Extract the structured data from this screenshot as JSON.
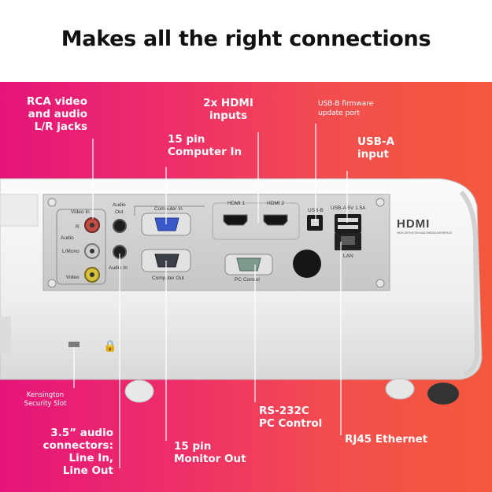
{
  "headline": "Makes all the right connections",
  "callouts": {
    "rca": [
      "RCA video",
      "and audio",
      "L/R jacks"
    ],
    "hdmi": [
      "2x HDMI",
      "inputs"
    ],
    "usb_b": [
      "USB-B firmware",
      "update port"
    ],
    "computer_in": [
      "15 pin",
      "Computer In"
    ],
    "usb_a": [
      "USB-A",
      "input"
    ],
    "kensington": [
      "Kensington",
      "Security Slot"
    ],
    "audio": [
      "3.5” audio",
      "connectors:",
      "Line In,",
      "Line Out"
    ],
    "rs232": [
      "RS-232C",
      "PC Control"
    ],
    "monitor_out": [
      "15 pin",
      "Monitor Out"
    ],
    "rj45": "RJ45 Ethernet"
  },
  "panel": {
    "video_in": "Video In",
    "r": "R",
    "audio": "Audio",
    "l_mono": "L/Mono",
    "video": "Video",
    "audio_out": [
      "Audio",
      "Out"
    ],
    "audio_in": "Audio In",
    "computer_in": "Computer In",
    "computer_out": "Computer Out",
    "hdmi1": "HDMI 1",
    "hdmi2": "HDMI 2",
    "pc_control": "PC Control",
    "usb_b": "USB-B",
    "usb_a": "USB-A 5V 1.5A",
    "lan": "LAN",
    "hdmi_logo": "HDMI",
    "hdmi_tagline": "HIGH-DEFINITION MULTIMEDIA INTERFACE"
  },
  "colors": {
    "banner_left": "#e5157a",
    "banner_right": "#f4593d",
    "vga_in": "#3a58c8",
    "vga_out": "#3a3f48",
    "serial": "#7d9a8a",
    "rca_video": "#d6c23a",
    "rca_red": "#c24b43",
    "rca_white": "#cfcfcf"
  }
}
